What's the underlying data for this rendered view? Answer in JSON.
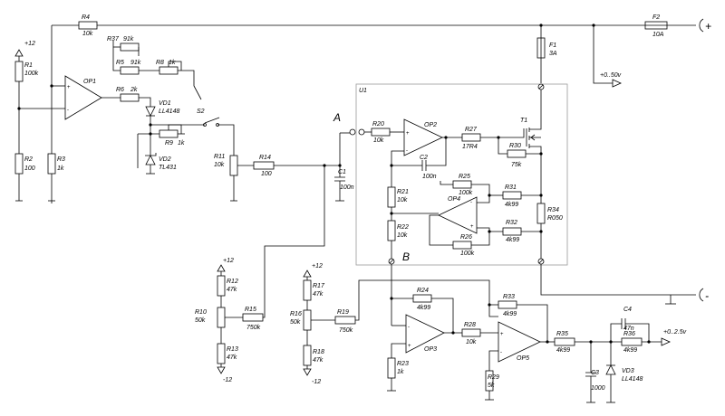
{
  "labels": {
    "R4": "R4",
    "R4v": "10k",
    "R37": "R37",
    "R37v": "91k",
    "R5": "R5",
    "R5v": "91k",
    "R8": "R8",
    "R8v": "1k",
    "R6": "R6",
    "R6v": "2k",
    "VD1": "VD1",
    "VD1v": "LL4148",
    "S2": "S2",
    "R9": "R9",
    "R9v": "1k",
    "VD2": "VD2",
    "VD2v": "TL431",
    "R1": "R1",
    "R1v": "100k",
    "R2": "R2",
    "R2v": "100",
    "R3": "R3",
    "R3v": "1k",
    "OP1": "OP1",
    "R11": "R11",
    "R11v": "10k",
    "R14": "R14",
    "R14v": "100",
    "C1": "C1",
    "C1v": "100n",
    "A": "A",
    "B": "B",
    "U1": "U1",
    "R20": "R20",
    "R20v": "10k",
    "OP2": "OP2",
    "R27": "R27",
    "R27v": "17R4",
    "T1": "T1",
    "R30": "R30",
    "R30v": "75k",
    "C2": "C2",
    "C2v": "100n",
    "R25": "R25",
    "R25v": "100k",
    "R21": "R21",
    "R21v": "10k",
    "OP4": "OP4",
    "R31": "R31",
    "R31v": "4k99",
    "R34": "R34",
    "R34v": "R050",
    "R22": "R22",
    "R22v": "10k",
    "R32": "R32",
    "R32v": "4k99",
    "R26": "R26",
    "R26v": "100k",
    "F1": "F1",
    "F1v": "3A",
    "F2": "F2",
    "F2v": "10A",
    "vout1": "+0..50v",
    "R12": "R12",
    "R12v": "47k",
    "R10": "R10",
    "R10v": "50k",
    "R13": "R13",
    "R13v": "47k",
    "R15": "R15",
    "R15v": "750k",
    "R17": "R17",
    "R17v": "47k",
    "R16": "R16",
    "R16v": "50k",
    "R18": "R18",
    "R18v": "47k",
    "R19": "R19",
    "R19v": "750k",
    "R24": "R24",
    "R24v": "4k99",
    "R28": "R28",
    "R28v": "10k",
    "OP3": "OP3",
    "R23": "R23",
    "R23v": "1k",
    "R33": "R33",
    "R33v": "4k99",
    "OP5": "OP5",
    "R29": "R29",
    "R29v": "5k",
    "R35": "R35",
    "R35v": "4k99",
    "C3": "C3",
    "C3v": "1000",
    "C4": "C4",
    "C4v": "47n",
    "R36": "R36",
    "R36v": "4k99",
    "VD3": "VD3",
    "VD3v": "LL4148",
    "vout2": "+0..2.5v",
    "p12a": "+12",
    "p12b": "+12",
    "p12c": "+12",
    "m12a": "-12",
    "m12b": "-12",
    "plus": "+",
    "minus": "-",
    "pinp": "+",
    "pinm": "-"
  }
}
